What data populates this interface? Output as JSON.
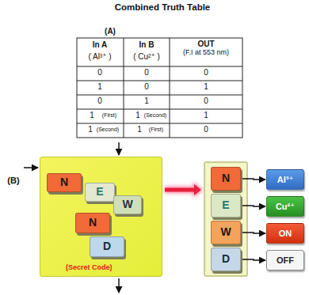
{
  "diagram": {
    "title": "Combined Truth Table",
    "nodes": [
      {
        "text": [
          "(Secret Code)"
        ]
      },
      {
        "text": [
          "N"
        ],
        "in": 0
      },
      {
        "text": [
          "E"
        ],
        "in": 0
      },
      {
        "text": [
          "W"
        ],
        "in": 0
      },
      {
        "text": [
          "N"
        ],
        "in": 0
      },
      {
        "text": [
          "D"
        ],
        "in": 0
      },
      {
        "text": [
          "N"
        ]
      },
      {
        "text": [
          "Al³⁺"
        ]
      },
      {
        "text": [
          "E"
        ]
      },
      {
        "text": [
          "Cu²⁺"
        ]
      },
      {
        "text": [
          "W"
        ]
      },
      {
        "text": [
          "ON"
        ]
      },
      {
        "text": [
          "D"
        ]
      },
      {
        "text": [
          "OFF"
        ]
      }
    ],
    "edges": [
      {
        "from": 6,
        "to": 7,
        "arrow": "to"
      },
      {
        "from": 8,
        "to": 9,
        "arrow": "to"
      },
      {
        "from": 10,
        "to": 11,
        "arrow": "to"
      },
      {
        "from": 12,
        "to": 13,
        "arrow": "to"
      }
    ],
    "labels": [
      "(A)",
      "In A",
      "( Al³⁺ )",
      "In B",
      "( Cu²⁺ )",
      "OUT",
      "(F.I at 553 nm)",
      "0",
      "0",
      "0",
      "1",
      "0",
      "1",
      "0",
      "1",
      "0",
      "1",
      "(First)",
      "1",
      "(Second)",
      "1",
      "1",
      "(Second)",
      "1",
      "(First)",
      "0",
      "(B)"
    ]
  }
}
